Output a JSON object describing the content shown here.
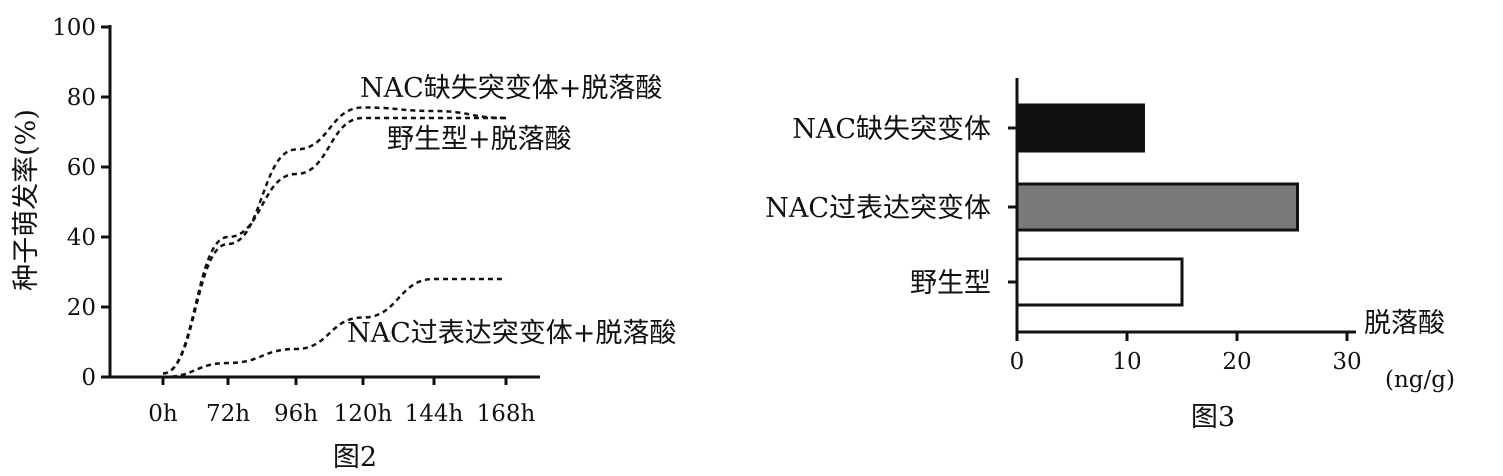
{
  "chart_data": [
    {
      "type": "line",
      "caption": "图2",
      "ylabel": "种子萌发率(%)",
      "xlabel": "",
      "ylim": [
        0,
        100
      ],
      "yticks": [
        "0",
        "20",
        "40",
        "60",
        "80",
        "100"
      ],
      "categories": [
        "0h",
        "72h",
        "96h",
        "120h",
        "144h",
        "168h"
      ],
      "line_style": "dashed",
      "series": [
        {
          "name": "NAC缺失突变体+脱落酸",
          "values": [
            1,
            38,
            65,
            77,
            76,
            74
          ]
        },
        {
          "name": "野生型+脱落酸",
          "values": [
            1,
            40,
            58,
            74,
            74,
            74
          ]
        },
        {
          "name": "NAC过表达突变体+脱落酸",
          "values": [
            0,
            4,
            8,
            17,
            28,
            28
          ]
        }
      ]
    },
    {
      "type": "bar",
      "orientation": "horizontal",
      "caption": "图3",
      "xlabel": "脱落酸",
      "xunit": "(ng/g)",
      "xlim": [
        0,
        30
      ],
      "xticks": [
        "0",
        "10",
        "20",
        "30"
      ],
      "categories": [
        "NAC缺失突变体",
        "NAC过表达突变体",
        "野生型"
      ],
      "values": [
        11.5,
        25.5,
        15
      ],
      "colors": [
        "#111111",
        "#7a7a7a",
        "#ffffff"
      ]
    }
  ]
}
